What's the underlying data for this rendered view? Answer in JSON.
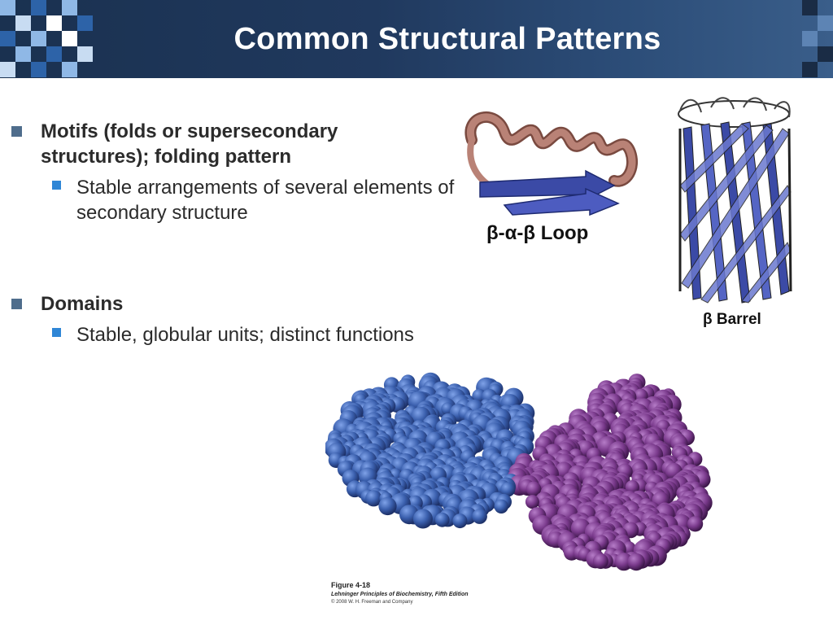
{
  "slide": {
    "title": "Common Structural Patterns"
  },
  "bullets": [
    {
      "text": "Motifs (folds or supersecondary structures); folding pattern",
      "sub": "Stable arrangements of several elements of secondary structure"
    },
    {
      "text": "Domains",
      "sub": "Stable, globular units; distinct functions"
    }
  ],
  "figures": {
    "bab_loop_label": "β-α-β Loop",
    "barrel_label": "β Barrel",
    "credit_figure": "Figure 4-18",
    "credit_book": "Lehninger Principles of Biochemistry, Fifth Edition",
    "credit_copyright": "© 2008 W. H. Freeman and Company"
  },
  "colors": {
    "header_dark": "#1a3150",
    "domain_blue": "#3a5fad",
    "domain_purple": "#7a3a8c",
    "helix_brown": "#a8736a",
    "strand_blue": "#3b4aa6"
  }
}
